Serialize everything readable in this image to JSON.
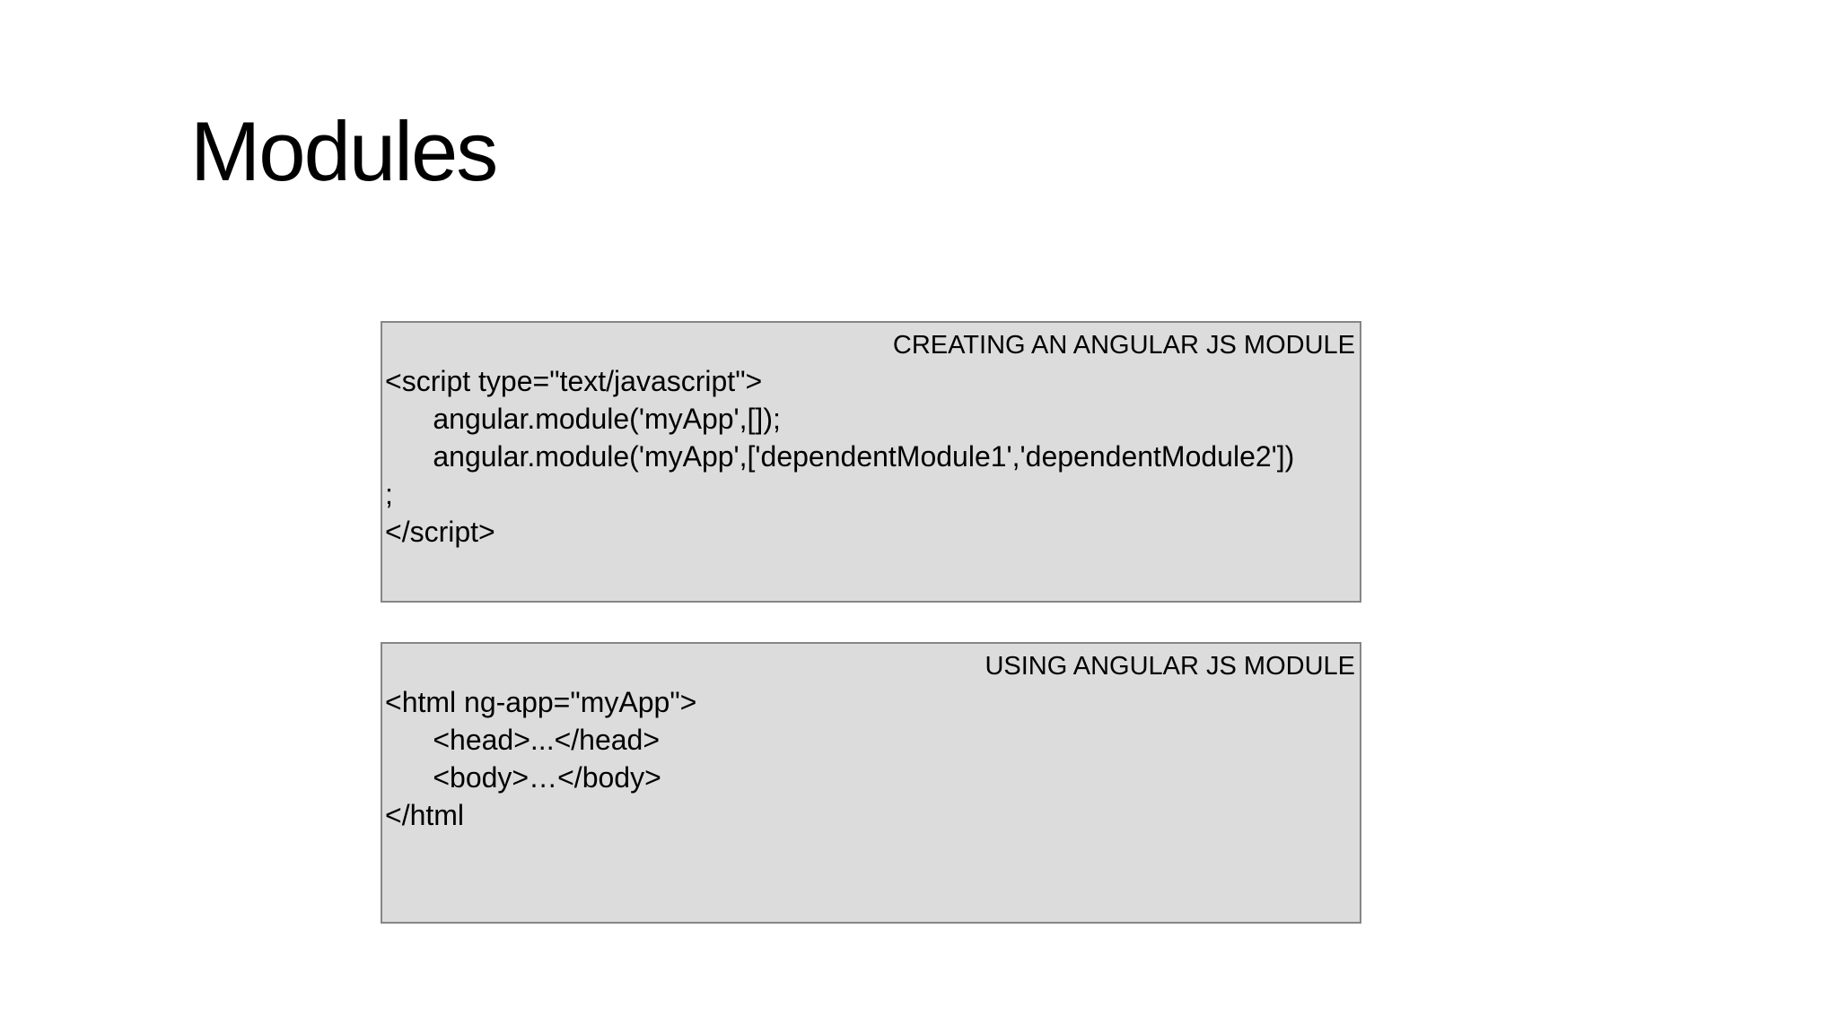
{
  "slide": {
    "title": "Modules",
    "background": "#ffffff",
    "text_color": "#000000",
    "boxes": [
      {
        "header": "CREATING AN ANGULAR JS MODULE",
        "fill": "#dcdcdc",
        "border": "#868686",
        "lines": [
          "<script type=\"text/javascript\">",
          "      angular.module('myApp',[]);",
          "      angular.module('myApp',['dependentModule1','dependentModule2'])",
          ";",
          "</script>"
        ]
      },
      {
        "header": "USING ANGULAR JS MODULE",
        "fill": "#dcdcdc",
        "border": "#868686",
        "lines": [
          "<html ng-app=\"myApp\">",
          "      <head>...</head>",
          "      <body>…</body>",
          "</html"
        ]
      }
    ]
  }
}
